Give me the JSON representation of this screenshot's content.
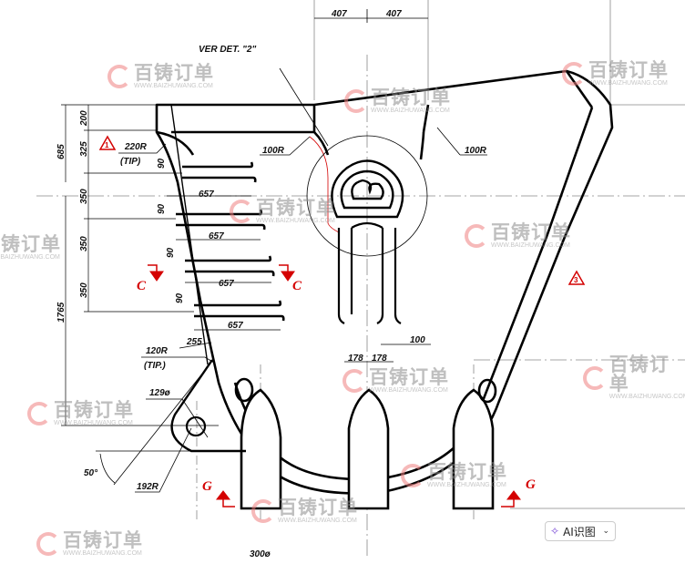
{
  "drawing": {
    "top_dims": [
      "407",
      "407"
    ],
    "detail_ref": "VER DET. \"2\"",
    "radii": {
      "r220": "220R",
      "tip1": "(TIP)",
      "r100a": "100R",
      "r100b": "100R",
      "r120": "120R",
      "tip2": "(TIP.)",
      "r192": "192R"
    },
    "diameters": {
      "d129": "129ø",
      "d300": "300ø"
    },
    "angle": "50°",
    "vertical_dims": [
      "685",
      "200",
      "325",
      "350",
      "350",
      "350",
      "1765"
    ],
    "gaps": [
      "90",
      "90",
      "90",
      "90"
    ],
    "fin_lengths": [
      "657",
      "657",
      "657",
      "657"
    ],
    "misc_dims": {
      "d255": "255",
      "d100": "100",
      "d178a": "178",
      "d178b": "178"
    },
    "section_labels": {
      "c_left": "C",
      "c_right": "C",
      "g_left": "G",
      "g_right": "G"
    },
    "revision_marks": [
      "1",
      "3"
    ],
    "colors": {
      "line": "#000000",
      "markup": "#d40000"
    }
  },
  "watermark": {
    "brand": "百铸订单",
    "url": "WWW.BAIZHUWANG.COM"
  },
  "ai_button": {
    "label": "AI识图"
  }
}
